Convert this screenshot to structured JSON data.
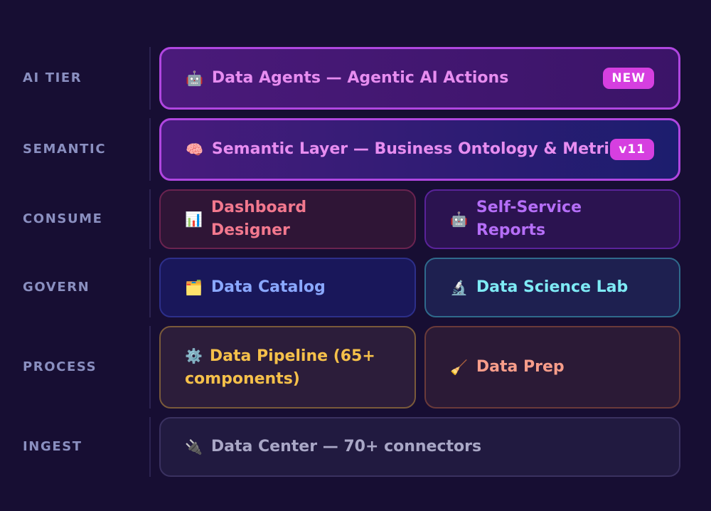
{
  "tiers": [
    {
      "label": "AI TIER",
      "boxes": [
        {
          "icon": "🤖",
          "icon_name": "robot-icon",
          "text": "Data Agents — Agentic AI Actions",
          "badge": "NEW"
        }
      ]
    },
    {
      "label": "SEMANTIC",
      "boxes": [
        {
          "icon": "🧠",
          "icon_name": "brain-icon",
          "text": "Semantic Layer — Business Ontology & Metrics",
          "badge": "v11"
        }
      ]
    },
    {
      "label": "CONSUME",
      "boxes": [
        {
          "icon": "📊",
          "icon_name": "bar-chart-icon",
          "text": "Dashboard Designer"
        },
        {
          "icon": "🤖",
          "icon_name": "robot-icon",
          "text": "Self-Service Reports"
        }
      ]
    },
    {
      "label": "GOVERN",
      "boxes": [
        {
          "icon": "🗂️",
          "icon_name": "card-index-icon",
          "text": "Data Catalog"
        },
        {
          "icon": "🔬",
          "icon_name": "microscope-icon",
          "text": "Data Science Lab"
        }
      ]
    },
    {
      "label": "PROCESS",
      "boxes": [
        {
          "icon": "⚙️",
          "icon_name": "gear-icon",
          "text": "Data Pipeline (65+ components)"
        },
        {
          "icon": "🧹",
          "icon_name": "broom-icon",
          "text": "Data Prep"
        }
      ]
    },
    {
      "label": "INGEST",
      "boxes": [
        {
          "icon": "🔌",
          "icon_name": "plug-icon",
          "text": "Data Center — 70+ connectors"
        }
      ]
    }
  ],
  "colors": {
    "background": "#170e33",
    "ai_border": "#b046e0",
    "badge": "#d63fe0",
    "tier_label": "#8a8fc0"
  }
}
